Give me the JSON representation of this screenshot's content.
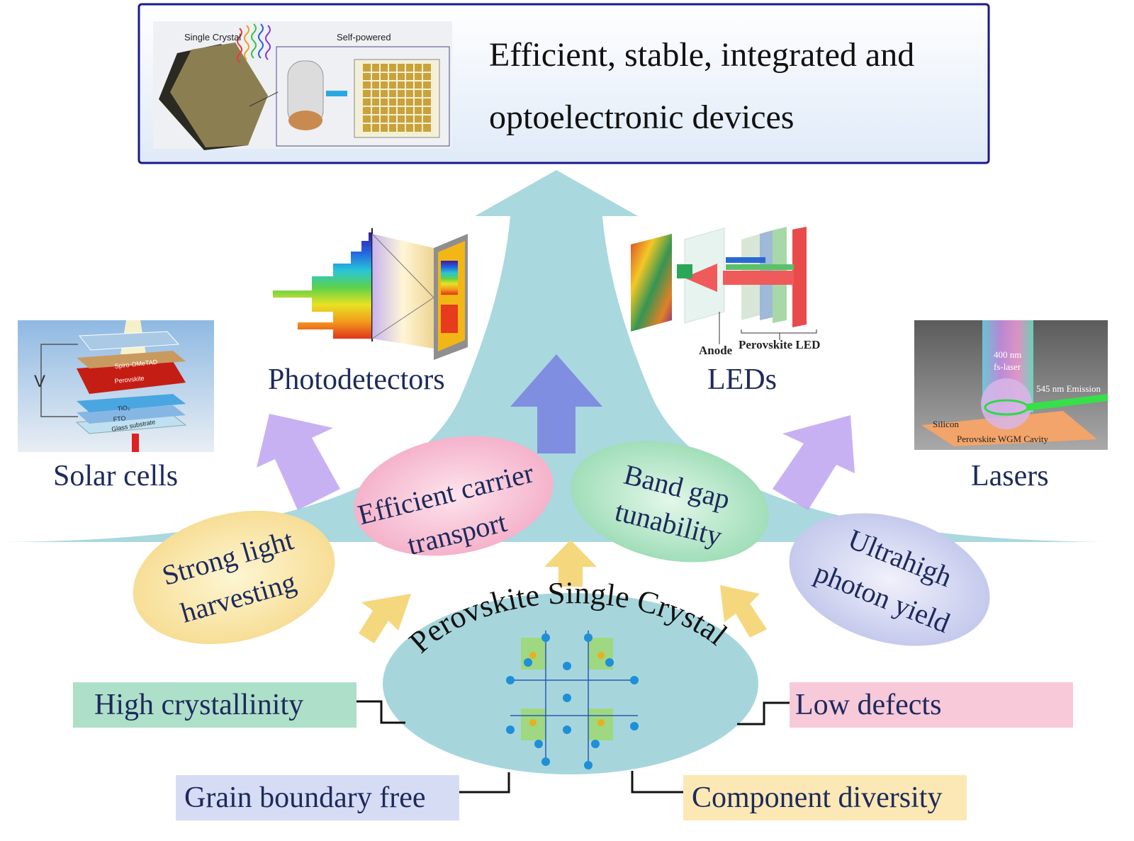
{
  "banner": {
    "line1": "Efficient, stable, integrated and",
    "line2": "optoelectronic devices",
    "inset_single_crystal": "Single Crystal",
    "inset_self_powered": "Self-powered"
  },
  "applications": {
    "photodetectors": "Photodetectors",
    "leds": "LEDs",
    "solar_cells": "Solar cells",
    "lasers": "Lasers"
  },
  "led_inset": {
    "anode": "Anode",
    "perovskite_led": "Perovskite LED"
  },
  "laser_inset": {
    "laser_line1": "400 nm",
    "laser_line2": "fs-laser",
    "emission": "545 nm  Emission",
    "silicon": "Silicon",
    "cavity": "Perovskite  WGM Cavity"
  },
  "solar_inset": {
    "v_label": "V",
    "layers": [
      "Spiro-OMeTAD",
      "Perovskite",
      "TiO₂",
      "FTO",
      "Glass substrate"
    ]
  },
  "properties": {
    "strong_light_1": "Strong light",
    "strong_light_2": "harvesting",
    "carrier_1": "Efficient carrier",
    "carrier_2": "transport",
    "bandgap_1": "Band gap",
    "bandgap_2": "tunability",
    "yield_1": "Ultrahigh",
    "yield_2": "photon yield"
  },
  "center": {
    "title": "Perovskite Single Crystal"
  },
  "features": {
    "high_crystallinity": "High crystallinity",
    "low_defects": "Low defects",
    "grain_boundary_free": "Grain boundary free",
    "component_diversity": "Component diversity"
  },
  "colors": {
    "big_arrow": "#a9d8de",
    "banner_border": "#1a1a8a",
    "text": "#1d2a5c",
    "purple_arrow": "#c2a8f2",
    "blue_arrow": "#7f8ee0",
    "yellow_arrow": "#f5d77e",
    "center_ellipse": "#a6d6dc"
  }
}
